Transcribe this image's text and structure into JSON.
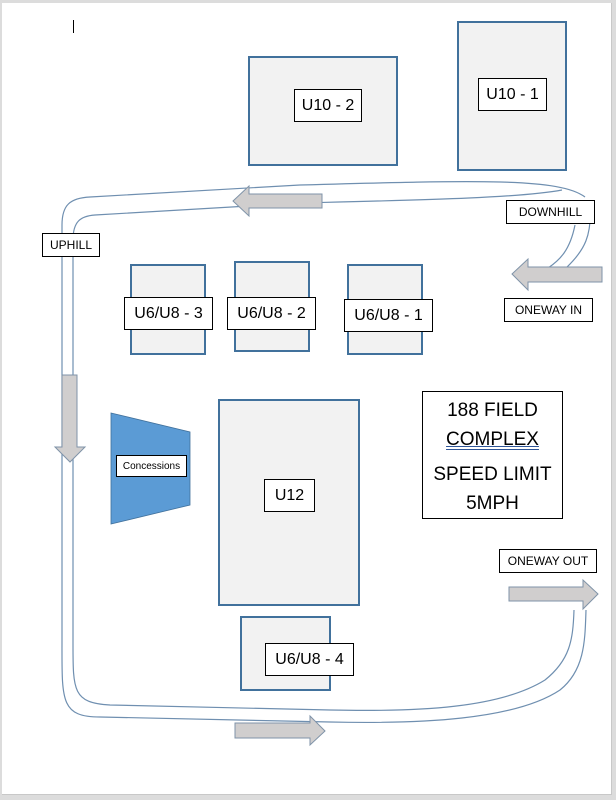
{
  "map": {
    "fields": [
      {
        "id": "u10-2",
        "label": "U10 - 2"
      },
      {
        "id": "u10-1",
        "label": "U10 - 1"
      },
      {
        "id": "u6u8-3",
        "label": "U6/U8 - 3"
      },
      {
        "id": "u6u8-2",
        "label": "U6/U8 - 2"
      },
      {
        "id": "u6u8-1",
        "label": "U6/U8 - 1"
      },
      {
        "id": "u12",
        "label": "U12"
      },
      {
        "id": "u6u8-4",
        "label": "U6/U8 - 4"
      }
    ],
    "concessions": {
      "label": "Concessions",
      "color": "#5b9bd5"
    },
    "road_labels": {
      "uphill": "UPHILL",
      "downhill": "DOWNHILL",
      "oneway_in": "ONEWAY IN",
      "oneway_out": "ONEWAY OUT"
    },
    "sign": {
      "line1": "188 FIELD",
      "line2": "COMPLEX",
      "line3": "SPEED LIMIT",
      "line4": "5MPH"
    },
    "colors": {
      "field_fill": "#f2f2f2",
      "field_border": "#41719c",
      "arrow_fill": "#d0cece",
      "road_line": "#41719c"
    }
  }
}
